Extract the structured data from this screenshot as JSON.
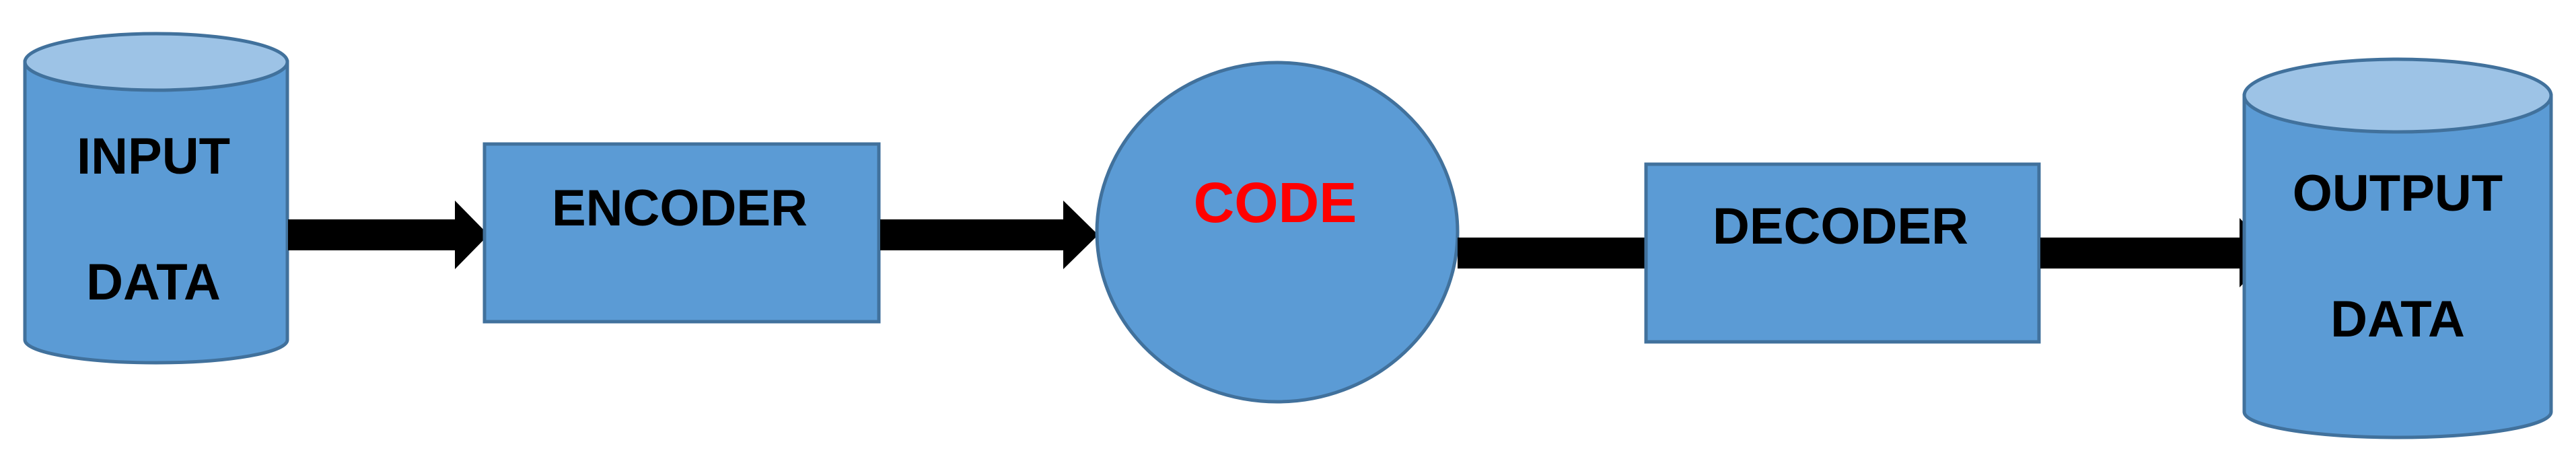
{
  "diagram": {
    "input": {
      "line1": "INPUT",
      "line2": "DATA"
    },
    "encoder": {
      "label": "ENCODER"
    },
    "code": {
      "label": "CODE"
    },
    "decoder": {
      "label": "DECODER"
    },
    "output": {
      "line1": "OUTPUT",
      "line2": "DATA"
    }
  },
  "colors": {
    "shape_fill": "#5b9bd5",
    "cylinder_top": "#9dc3e6",
    "outline": "#41719c",
    "arrow": "#000000",
    "code_text": "#ff0000",
    "text": "#000000"
  }
}
